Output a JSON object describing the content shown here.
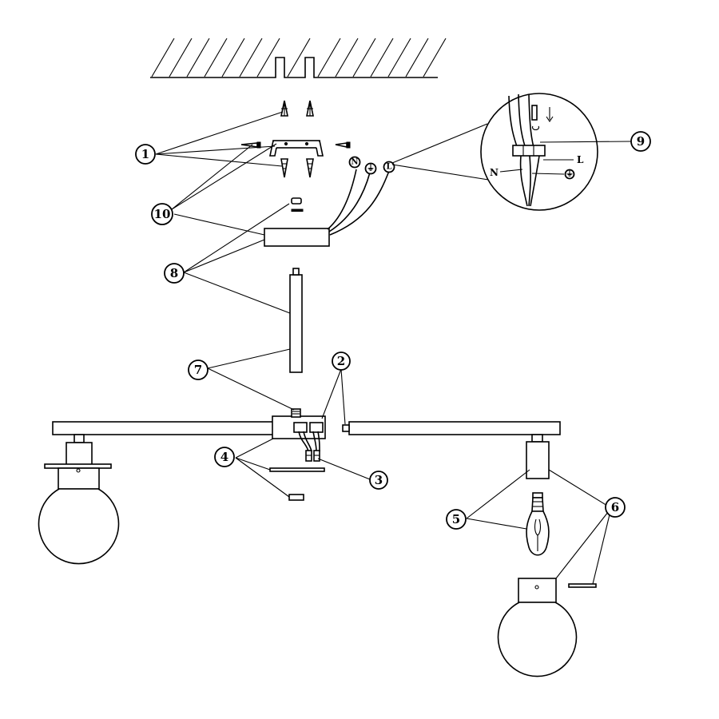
{
  "callouts": [
    {
      "id": "c1",
      "label": "1"
    },
    {
      "id": "c2",
      "label": "2"
    },
    {
      "id": "c3",
      "label": "3"
    },
    {
      "id": "c4",
      "label": "4"
    },
    {
      "id": "c5",
      "label": "5"
    },
    {
      "id": "c6",
      "label": "6"
    },
    {
      "id": "c7",
      "label": "7"
    },
    {
      "id": "c8",
      "label": "8"
    },
    {
      "id": "c9",
      "label": "9"
    },
    {
      "id": "c10",
      "label": "10"
    }
  ],
  "wires": {
    "neutral": "N",
    "live": "L",
    "earth": "⏚"
  },
  "detail": {
    "neutral": "N",
    "live": "L",
    "earth": "⏚"
  }
}
